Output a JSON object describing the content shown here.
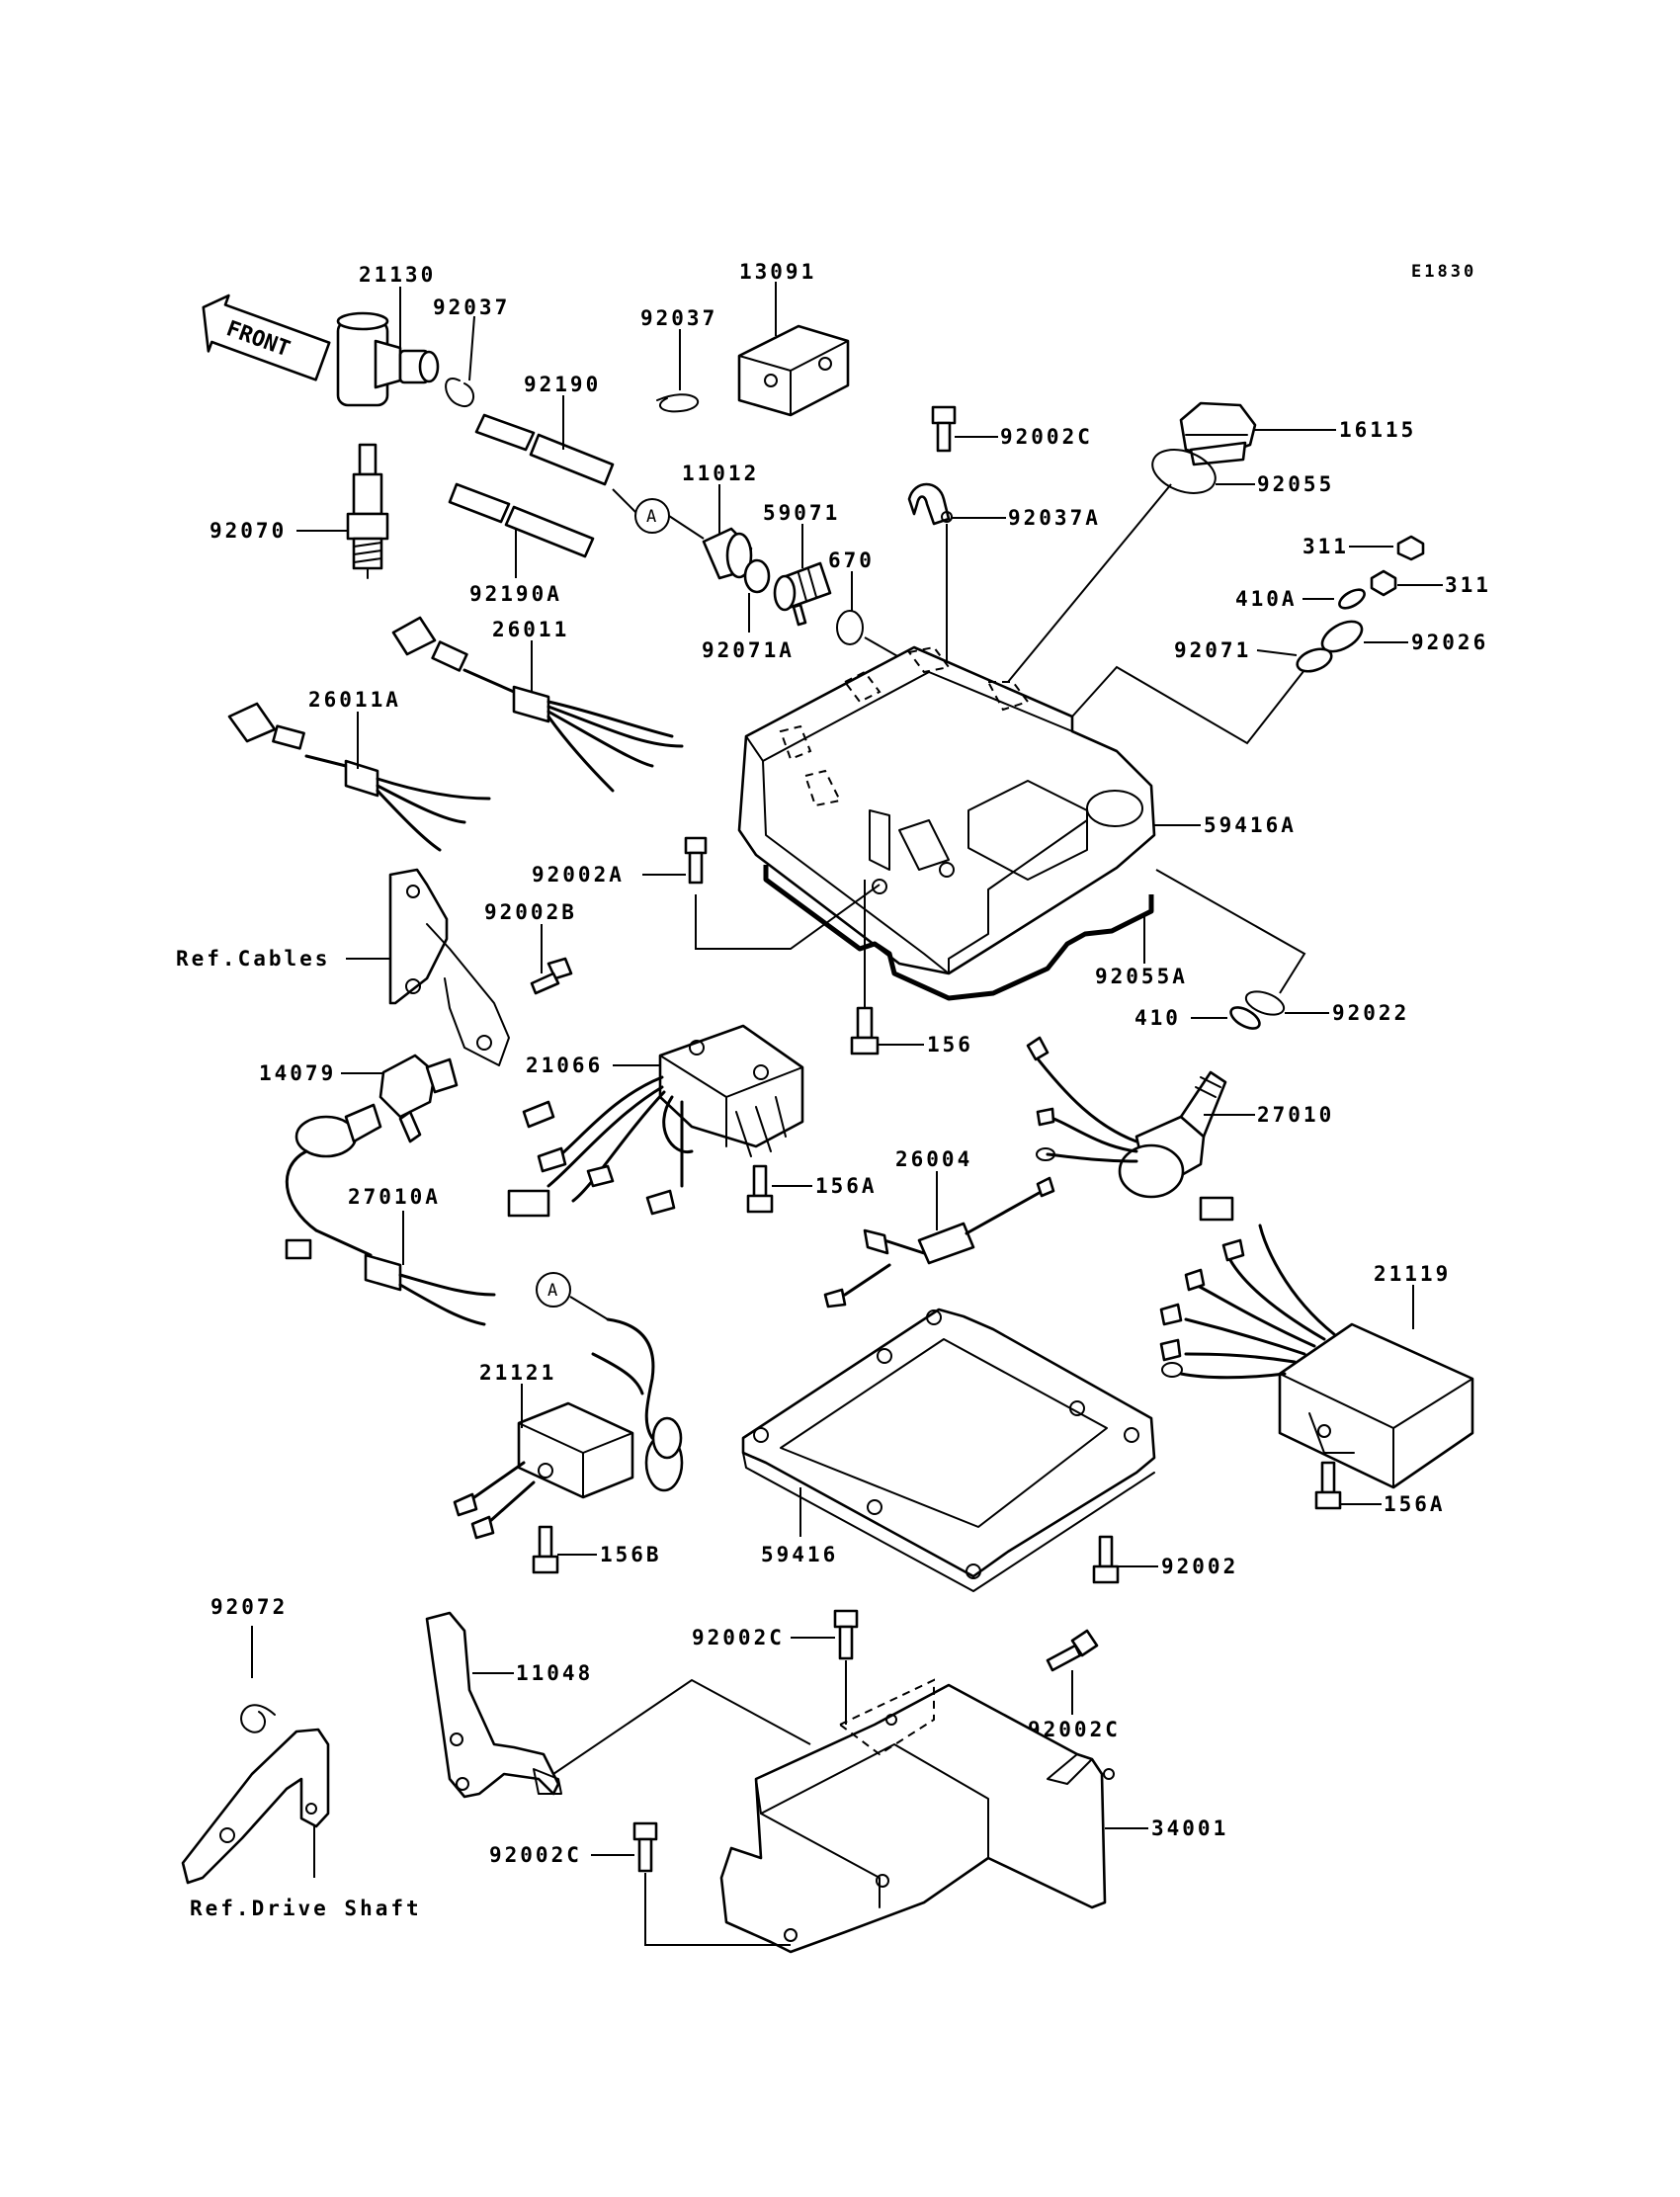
{
  "diagram_code": "E1830",
  "front_arrow": "FRONT",
  "callout_mark": "A",
  "parts": [
    {
      "key": "p21130",
      "label": "21130"
    },
    {
      "key": "p92037",
      "label": "92037"
    },
    {
      "key": "p92037b",
      "label": "92037"
    },
    {
      "key": "p13091",
      "label": "13091"
    },
    {
      "key": "p92190",
      "label": "92190"
    },
    {
      "key": "p92070",
      "label": "92070"
    },
    {
      "key": "p92190a",
      "label": "92190A"
    },
    {
      "key": "p11012",
      "label": "11012"
    },
    {
      "key": "p59071",
      "label": "59071"
    },
    {
      "key": "p670",
      "label": "670"
    },
    {
      "key": "p92071a",
      "label": "92071A"
    },
    {
      "key": "p26011",
      "label": "26011"
    },
    {
      "key": "p26011a",
      "label": "26011A"
    },
    {
      "key": "p92002c_top",
      "label": "92002C"
    },
    {
      "key": "p92037a",
      "label": "92037A"
    },
    {
      "key": "p16115",
      "label": "16115"
    },
    {
      "key": "p92055",
      "label": "92055"
    },
    {
      "key": "p311a",
      "label": "311"
    },
    {
      "key": "p311b",
      "label": "311"
    },
    {
      "key": "p410a",
      "label": "410A"
    },
    {
      "key": "p92071",
      "label": "92071"
    },
    {
      "key": "p92026",
      "label": "92026"
    },
    {
      "key": "p59416a",
      "label": "59416A"
    },
    {
      "key": "p92002a",
      "label": "92002A"
    },
    {
      "key": "p92002b",
      "label": "92002B"
    },
    {
      "key": "p_ref_cables",
      "label": "Ref.Cables"
    },
    {
      "key": "p92055a",
      "label": "92055A"
    },
    {
      "key": "p410",
      "label": "410"
    },
    {
      "key": "p92022",
      "label": "92022"
    },
    {
      "key": "p156",
      "label": "156"
    },
    {
      "key": "p14079",
      "label": "14079"
    },
    {
      "key": "p21066",
      "label": "21066"
    },
    {
      "key": "p27010",
      "label": "27010"
    },
    {
      "key": "p26004",
      "label": "26004"
    },
    {
      "key": "p156a_mid",
      "label": "156A"
    },
    {
      "key": "p27010a",
      "label": "27010A"
    },
    {
      "key": "p21119",
      "label": "21119"
    },
    {
      "key": "p21121",
      "label": "21121"
    },
    {
      "key": "p156a_right",
      "label": "156A"
    },
    {
      "key": "p156b",
      "label": "156B"
    },
    {
      "key": "p59416",
      "label": "59416"
    },
    {
      "key": "p92002",
      "label": "92002"
    },
    {
      "key": "p92072",
      "label": "92072"
    },
    {
      "key": "p92002c_mid",
      "label": "92002C"
    },
    {
      "key": "p11048",
      "label": "11048"
    },
    {
      "key": "p92002c_right",
      "label": "92002C"
    },
    {
      "key": "p34001",
      "label": "34001"
    },
    {
      "key": "p92002c_low",
      "label": "92002C"
    },
    {
      "key": "p_ref_drive_shaft",
      "label": "Ref.Drive Shaft"
    }
  ]
}
